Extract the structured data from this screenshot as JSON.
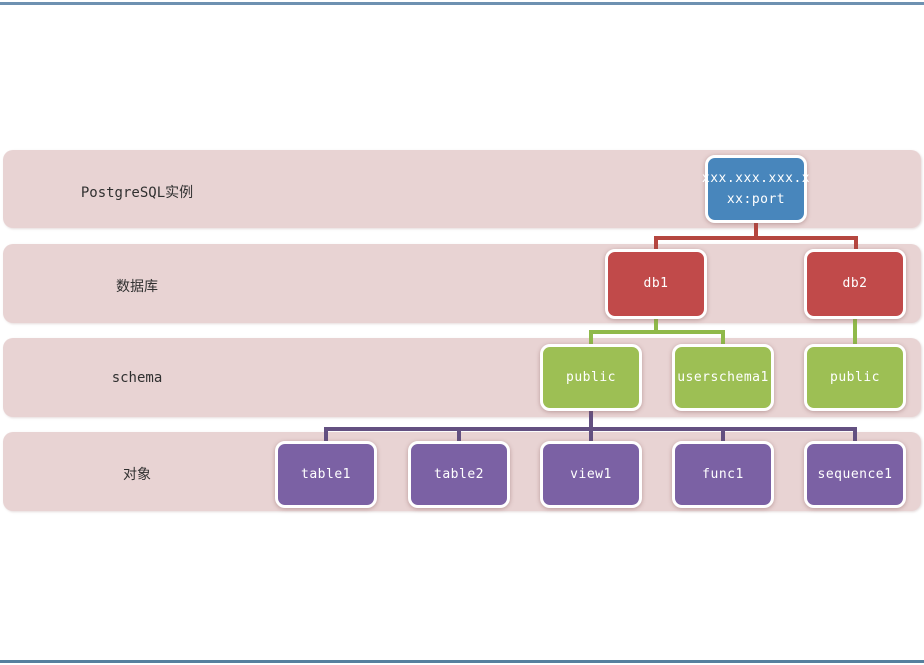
{
  "diagram": {
    "rows": [
      {
        "id": "instance",
        "label": "PostgreSQL实例"
      },
      {
        "id": "database",
        "label": "数据库"
      },
      {
        "id": "schema",
        "label": "schema"
      },
      {
        "id": "object",
        "label": "对象"
      }
    ],
    "nodes": {
      "instance": {
        "label": "xxx.xxx.xxx.x\nxx:port"
      },
      "db1": {
        "label": "db1"
      },
      "db2": {
        "label": "db2"
      },
      "public1": {
        "label": "public"
      },
      "userschema1": {
        "label": "userschema1"
      },
      "public2": {
        "label": "public"
      },
      "table1": {
        "label": "table1"
      },
      "table2": {
        "label": "table2"
      },
      "view1": {
        "label": "view1"
      },
      "func1": {
        "label": "func1"
      },
      "sequence1": {
        "label": "sequence1"
      }
    }
  },
  "theme": {
    "band_bg": "#e8d3d3",
    "label_text": "#303030",
    "node_text": "#ffffff",
    "node_instance": "#4886bc",
    "node_db": "#c14a4a",
    "node_schema": "#9dbf54",
    "node_object": "#7b61a4",
    "connector_db": "#b5463f",
    "connector_schema": "#8fb94a",
    "connector_object": "#635081",
    "window_border_top": "#6e91b1",
    "window_border_bottom": "#56809e"
  }
}
